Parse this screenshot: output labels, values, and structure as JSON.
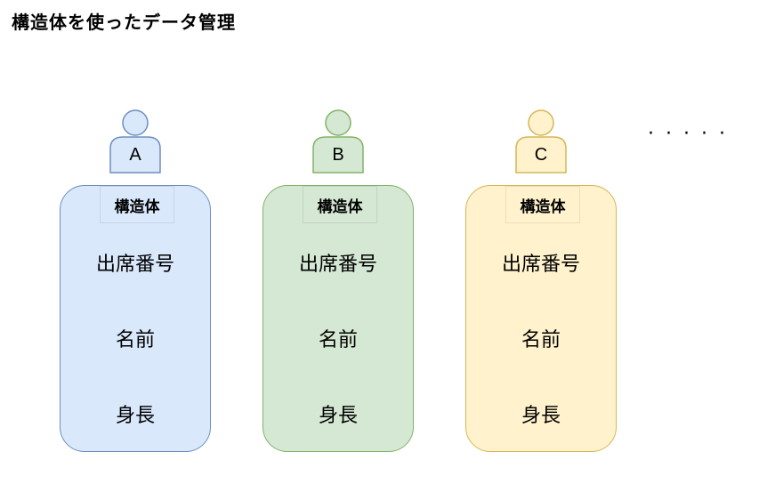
{
  "title": "構造体を使ったデータ管理",
  "ellipsis": "· · · · ·",
  "entities": [
    {
      "person_label": "A",
      "header": "構造体",
      "fields": [
        "出席番号",
        "名前",
        "身長"
      ],
      "fill": "#dae8fc",
      "stroke": "#6c8ebf"
    },
    {
      "person_label": "B",
      "header": "構造体",
      "fields": [
        "出席番号",
        "名前",
        "身長"
      ],
      "fill": "#d5e8d4",
      "stroke": "#82b366"
    },
    {
      "person_label": "C",
      "header": "構造体",
      "fields": [
        "出席番号",
        "名前",
        "身長"
      ],
      "fill": "#fff2cc",
      "stroke": "#d6b656"
    }
  ]
}
